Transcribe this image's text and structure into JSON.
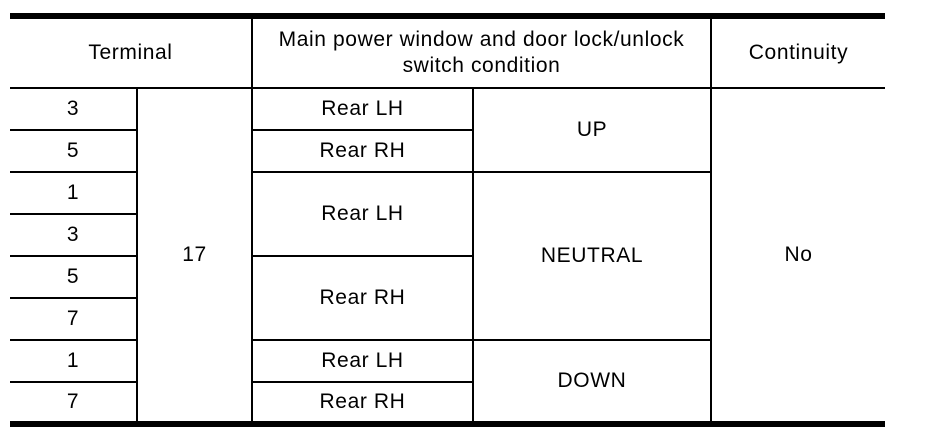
{
  "document": {
    "background": "#ffffff",
    "line_color": "#000000",
    "text_color": "#000000"
  },
  "table": {
    "header": {
      "terminal": "Terminal",
      "condition": "Main power window and door lock/unlock switch condition",
      "continuity": "Continuity"
    },
    "shared_terminal": "17",
    "continuity_value": "No",
    "terminal_rows": [
      "3",
      "5",
      "1",
      "3",
      "5",
      "7",
      "1",
      "7"
    ],
    "switch_cells": [
      {
        "label": "Rear LH",
        "rowspan": 1
      },
      {
        "label": "Rear RH",
        "rowspan": 1
      },
      {
        "label": "Rear LH",
        "rowspan": 2
      },
      {
        "label": "Rear RH",
        "rowspan": 2
      },
      {
        "label": "Rear LH",
        "rowspan": 1
      },
      {
        "label": "Rear RH",
        "rowspan": 1
      }
    ],
    "position_cells": [
      {
        "label": "UP",
        "rowspan": 2
      },
      {
        "label": "NEUTRAL",
        "rowspan": 4
      },
      {
        "label": "DOWN",
        "rowspan": 2
      }
    ]
  }
}
